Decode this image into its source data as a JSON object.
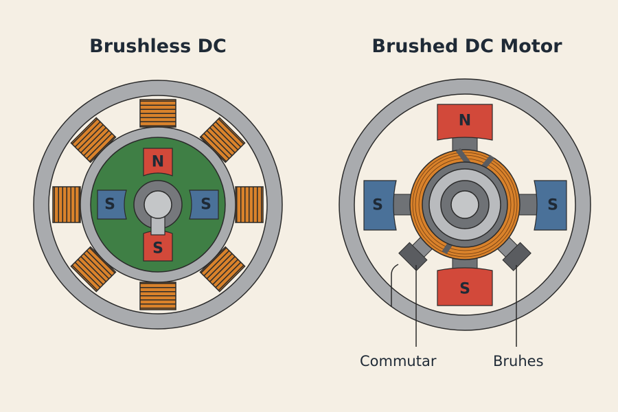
{
  "left": {
    "title": "Brushless DC",
    "magnets": {
      "north": "N",
      "south_bottom": "S",
      "south_left": "S",
      "south_right": "S"
    }
  },
  "right": {
    "title": "Brushed DC Motor",
    "magnets": {
      "north": "N",
      "south_bottom": "S",
      "south_left": "S",
      "south_right": "S"
    },
    "labels": {
      "commutator": "Commutar",
      "brushes": "Bruhes"
    }
  },
  "colors": {
    "background": "#f5efe4",
    "frame": "#a9abae",
    "copper": "#d9822b",
    "rotor_green": "#3f7f45",
    "north_red": "#d2493a",
    "south_blue": "#4a7199"
  }
}
